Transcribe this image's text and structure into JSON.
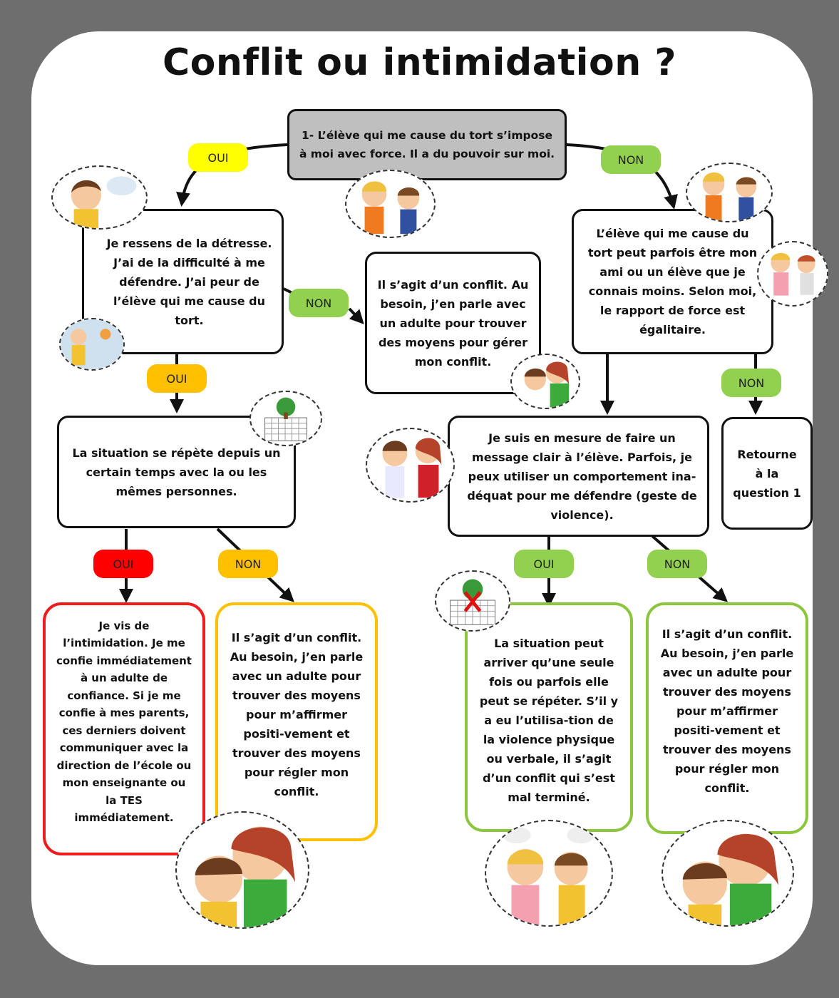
{
  "title": "Conflit ou intimidation ?",
  "q1": "1- L’élève qui me cause du tort s’impose à moi avec force. Il a du pouvoir sur moi.",
  "distress": "Je ressens de la détresse. J’ai de la difficulté à me défendre. J’ai peur de l’élève qui me cause du tort.",
  "conflict_mid": "Il s’agit d’un conflit. Au besoin, j’en parle avec un adulte pour trouver des moyens pour gérer mon conflit.",
  "friend": "L’élève qui me cause du tort peut parfois être mon ami ou un élève que je connais moins. Selon moi, le rapport de force est égalitaire.",
  "repeat": "La situation se répète depuis un certain temps avec la ou les mêmes personnes.",
  "clear_message": "Je suis en mesure de faire un message clair à l’élève. Parfois, je peux utiliser un comportement ina-déquat pour me défendre (geste de violence).",
  "return_q1": "Retourne à la question 1",
  "intimidation": "Je vis de l’intimidation. Je me confie immédiatement à un adulte de confiance. Si je me confie à mes parents, ces derniers doivent communiquer avec la direction de l’école ou mon enseignante ou la TES immédiatement.",
  "conflict_orange": "Il s’agit d’un conflit. Au besoin, j’en parle avec un adulte pour trouver des moyens pour m’affirmer positi-vement et trouver des moyens pour régler mon conflit.",
  "situation_once": "La situation peut arriver qu’une seule fois ou parfois elle peut se répéter. S’il y a eu l’utilisa-tion de la violence physique ou verbale, il s’agit d’un conflit qui s’est mal terminé.",
  "conflict_green": "Il s’agit d’un conflit. Au besoin, j’en parle avec un adulte pour trouver des moyens pour m’affirmer positi-vement et trouver des moyens pour régler mon conflit.",
  "labels": {
    "oui": "OUI",
    "non": "NON"
  },
  "colors": {
    "frame": "#6e6e6e",
    "q1_fill": "#bfbfbf",
    "red": "#ee1c1c",
    "orange": "#ffc000",
    "green": "#8cc63f",
    "yellow": "#ffff00"
  },
  "illustrations": [
    "thinking-boy-icon",
    "two-children-facing-icon",
    "two-children-facing-icon",
    "sad-children-icon",
    "boy-girl-talking-icon",
    "boy-alone-icon",
    "comforting-children-icon",
    "calendar-tree-icon",
    "confronting-children-icon",
    "calendar-crossed-icon",
    "comforting-children-icon",
    "arguing-children-icon",
    "comforting-children-icon"
  ]
}
